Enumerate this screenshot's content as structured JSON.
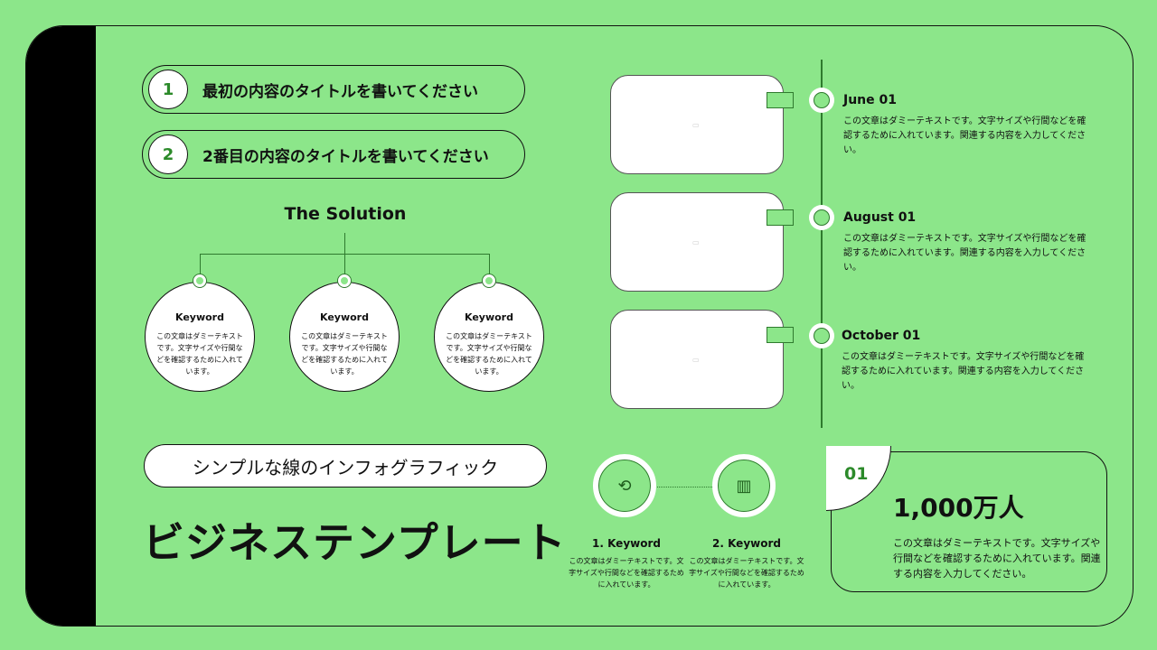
{
  "items": [
    {
      "num": "1",
      "title": "最初の内容のタイトルを書いてください"
    },
    {
      "num": "2",
      "title": "2番目の内容のタイトルを書いてください"
    }
  ],
  "solution": {
    "title": "The Solution",
    "keywords": [
      {
        "title": "Keyword",
        "text": "この文章はダミーテキストです。文字サイズや行間などを確認するために入れています。"
      },
      {
        "title": "Keyword",
        "text": "この文章はダミーテキストです。文字サイズや行間などを確認するために入れています。"
      },
      {
        "title": "Keyword",
        "text": "この文章はダミーテキストです。文字サイズや行間などを確認するために入れています。"
      }
    ]
  },
  "timeline": [
    {
      "date": "June 01",
      "text": "この文章はダミーテキストです。文字サイズや行間などを確認するために入れています。関連する内容を入力してください。"
    },
    {
      "date": "August 01",
      "text": "この文章はダミーテキストです。文字サイズや行間などを確認するために入れています。関連する内容を入力してください。"
    },
    {
      "date": "October 01",
      "text": "この文章はダミーテキストです。文字サイズや行間などを確認するために入れています。関連する内容を入力してください。"
    }
  ],
  "subtitle": "シンプルな線のインフォグラフィック",
  "headline": "ビジネステンプレート",
  "steps": [
    {
      "title": "1. Keyword",
      "text": "この文章はダミーテキストです。文字サイズや行間などを確認するために入れています。",
      "icon": "cycle-icon"
    },
    {
      "title": "2. Keyword",
      "text": "この文章はダミーテキストです。文字サイズや行間などを確認するために入れています。",
      "icon": "bar-chart-growth-icon"
    }
  ],
  "stat": {
    "num": "01",
    "value": "1,000万人",
    "text": "この文章はダミーテキストです。文字サイズや行間などを確認するために入れています。関連する内容を入力してください。"
  },
  "colors": {
    "background": "#8ce68a",
    "accent": "#2f7a2e",
    "band": "#000000"
  }
}
